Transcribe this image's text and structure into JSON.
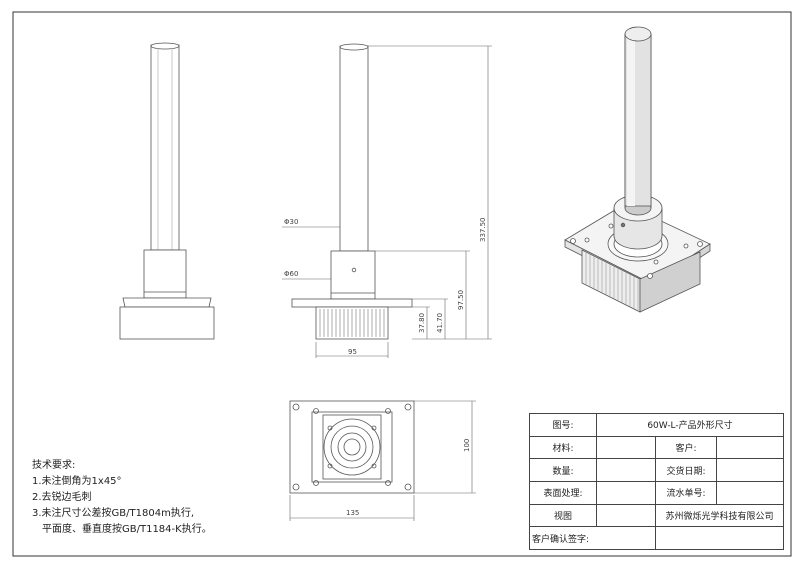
{
  "dimensions": {
    "dia30": "Φ30",
    "dia60": "Φ60",
    "width95": "95",
    "height337": "337.50",
    "height97": "97.50",
    "height41": "41.70",
    "height37": "37.80",
    "depth100": "100",
    "width135": "135"
  },
  "notes": {
    "title": "技术要求:",
    "line1": "1.未注倒角为1x45°",
    "line2": "2.去锐边毛刺",
    "line3": "3.未注尺寸公差按GB/T1804m执行,",
    "line4": "平面度、垂直度按GB/T1184-K执行。"
  },
  "title_block": {
    "drawing_no_label": "图号:",
    "drawing_no_value": "60W-L-产品外形尺寸",
    "material_label": "材料:",
    "customer_label": "客户:",
    "quantity_label": "数量:",
    "delivery_label": "交货日期:",
    "surface_label": "表面处理:",
    "serial_label": "流水单号:",
    "view_label": "视图",
    "company": "苏州微烁光学科技有限公司",
    "confirm_label": "客户确认签字:"
  }
}
